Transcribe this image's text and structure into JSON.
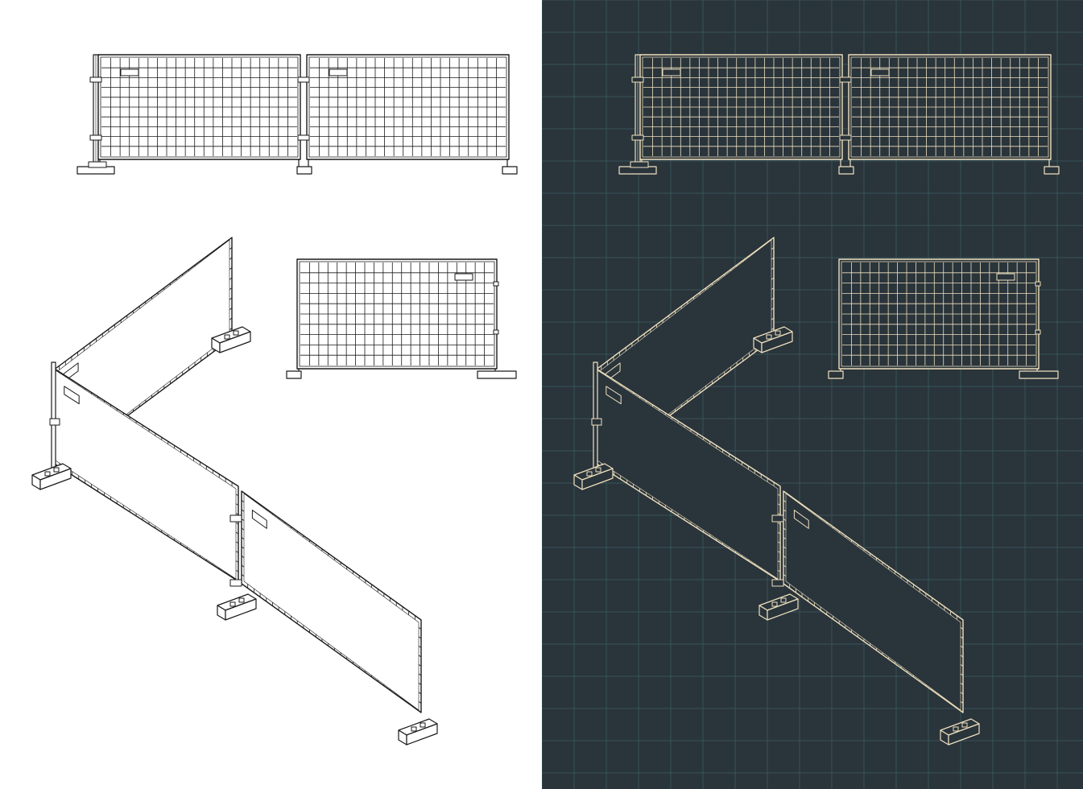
{
  "colors": {
    "light_background": "#ffffff",
    "light_stroke": "#1a1a1a",
    "dark_background": "#2a343b",
    "dark_grid": "#36555a",
    "dark_stroke": "#efe1bf"
  },
  "views": [
    {
      "name": "front-elevation-two-panels"
    },
    {
      "name": "isometric-corner-run"
    },
    {
      "name": "front-elevation-single-panel"
    }
  ],
  "fence": {
    "front_panels": 2,
    "mesh_columns_per_panel": 21,
    "mesh_rows_per_panel": 10,
    "isometric_panels": 3
  }
}
